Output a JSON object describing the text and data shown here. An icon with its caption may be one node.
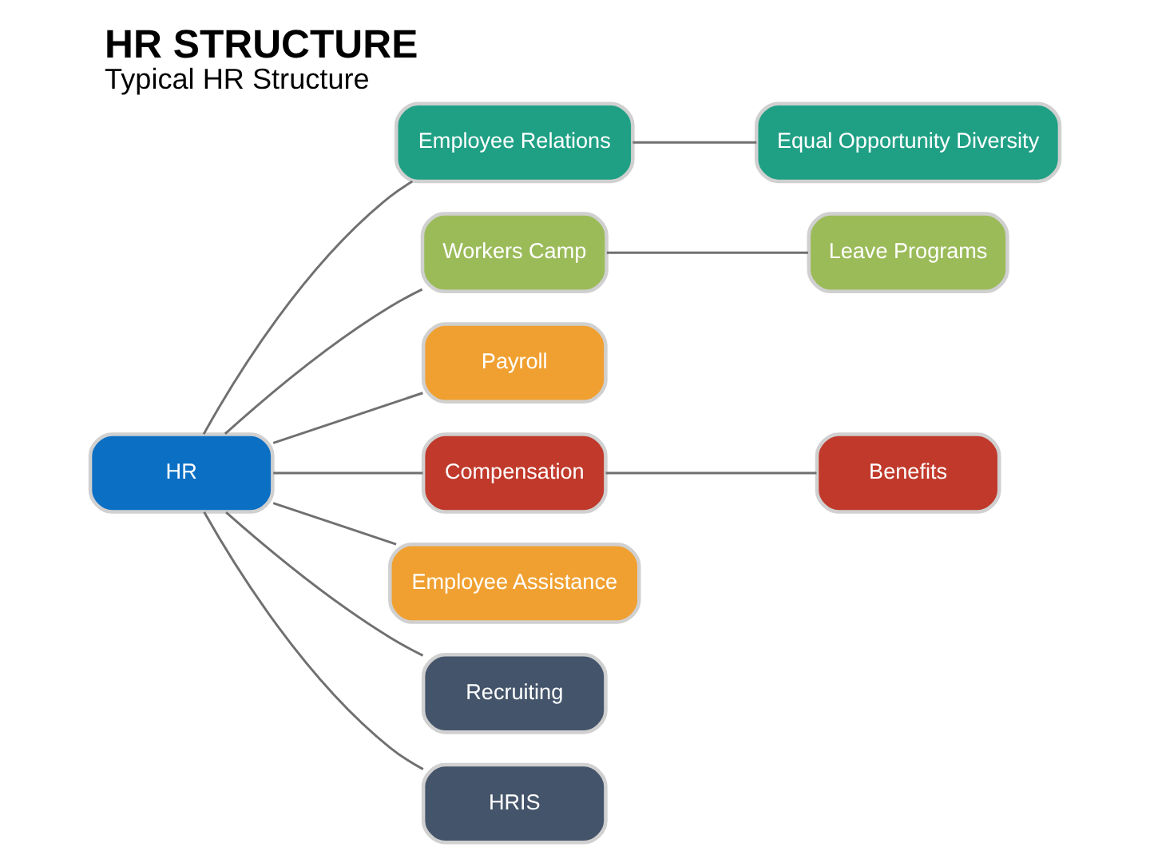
{
  "diagram": {
    "title": "HR STRUCTURE",
    "caption": "Typical HR Structure",
    "nodes": [
      {
        "text": [
          "HR"
        ]
      },
      {
        "text": [
          "Employee Relations"
        ]
      },
      {
        "text": [
          "Equal Opportunity Diversity"
        ]
      },
      {
        "text": [
          "Workers Camp"
        ]
      },
      {
        "text": [
          "Leave Programs"
        ]
      },
      {
        "text": [
          "Payroll"
        ]
      },
      {
        "text": [
          "Compensation"
        ]
      },
      {
        "text": [
          "Benefits"
        ]
      },
      {
        "text": [
          "Employee Assistance"
        ]
      },
      {
        "text": [
          "Recruiting"
        ]
      },
      {
        "text": [
          "HRIS"
        ]
      }
    ],
    "edges": [
      {
        "from": 0,
        "to": 1,
        "arrow": "none"
      },
      {
        "from": 1,
        "to": 2,
        "arrow": "none"
      },
      {
        "from": 0,
        "to": 3,
        "arrow": "none"
      },
      {
        "from": 3,
        "to": 4,
        "arrow": "none"
      },
      {
        "from": 0,
        "to": 5,
        "arrow": "none"
      },
      {
        "from": 0,
        "to": 6,
        "arrow": "none"
      },
      {
        "from": 6,
        "to": 7,
        "arrow": "none"
      },
      {
        "from": 0,
        "to": 8,
        "arrow": "none"
      },
      {
        "from": 0,
        "to": 9,
        "arrow": "none"
      },
      {
        "from": 0,
        "to": 10,
        "arrow": "none"
      }
    ]
  }
}
